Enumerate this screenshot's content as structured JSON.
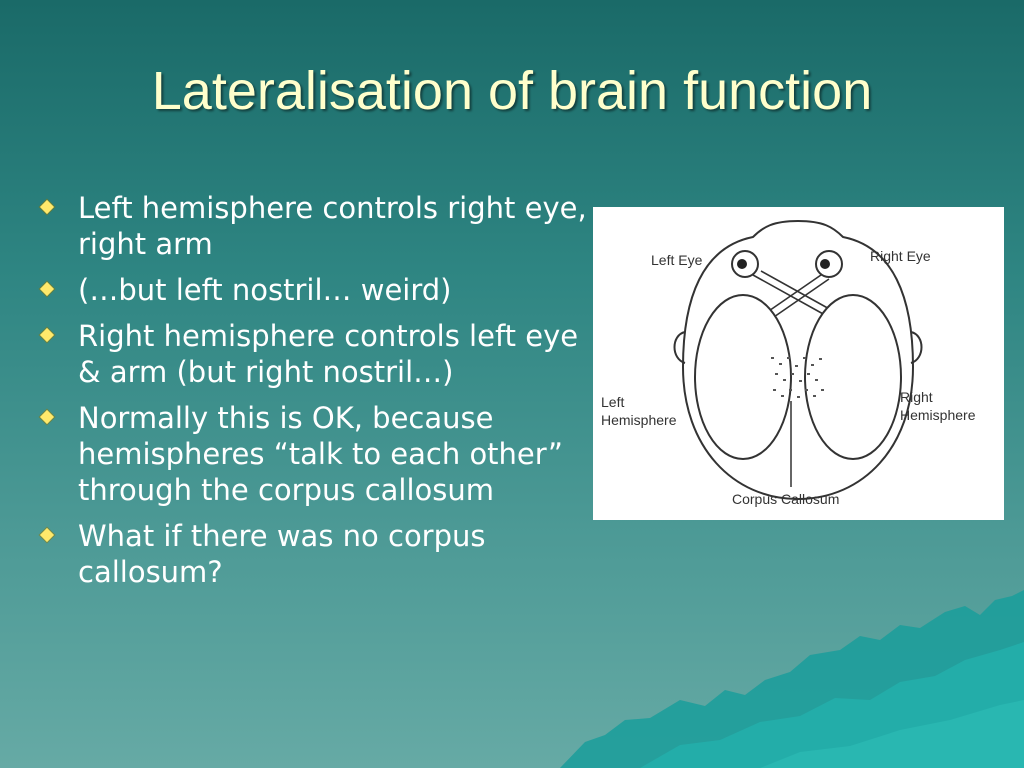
{
  "slide": {
    "title": "Lateralisation of brain function",
    "bullets": [
      "Left hemisphere controls right eye, right arm",
      "(…but left nostril… weird)",
      "Right hemisphere controls left eye & arm (but right nostril…)",
      "Normally this is OK, because hemispheres “talk to each other” through the corpus callosum",
      "What if there was no corpus callosum?"
    ],
    "bullet_icon": "diamond-bullet-icon",
    "colors": {
      "title": "#ffffcc",
      "text": "#ffffff",
      "bullet": "#ffe96b",
      "background_top": "#1a6a68",
      "background_bottom": "#66aaa5",
      "mountains": "#1fa3a1"
    }
  },
  "figure": {
    "labels": {
      "left_eye": "Left Eye",
      "right_eye": "Right Eye",
      "left_hemisphere_1": "Left",
      "left_hemisphere_2": "Hemisphere",
      "right_hemisphere_1": "Right",
      "right_hemisphere_2": "Hemisphere",
      "corpus_callosum": "Corpus Callosum"
    }
  }
}
